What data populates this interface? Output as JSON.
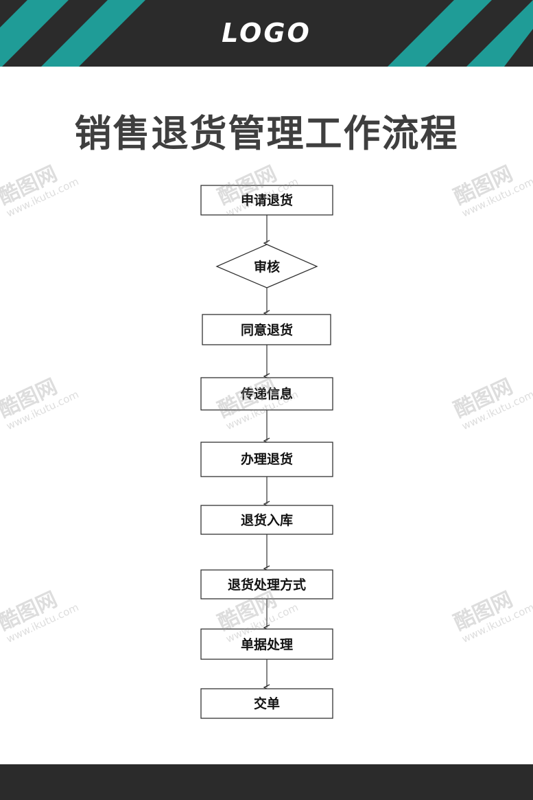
{
  "header": {
    "logo_text": "LOGO",
    "background_color": "#2b2b2b",
    "stripe_color": "#1f9c97"
  },
  "title": "销售退货管理工作流程",
  "flowchart": {
    "nodes": [
      {
        "id": "n1",
        "label": "申请退货",
        "shape": "rect"
      },
      {
        "id": "n2",
        "label": "审核",
        "shape": "diamond"
      },
      {
        "id": "n3",
        "label": "同意退货",
        "shape": "rect"
      },
      {
        "id": "n4",
        "label": "传递信息",
        "shape": "rect"
      },
      {
        "id": "n5",
        "label": "办理退货",
        "shape": "rect"
      },
      {
        "id": "n6",
        "label": "退货入库",
        "shape": "rect"
      },
      {
        "id": "n7",
        "label": "退货处理方式",
        "shape": "rect"
      },
      {
        "id": "n8",
        "label": "单据处理",
        "shape": "rect"
      },
      {
        "id": "n9",
        "label": "交单",
        "shape": "rect"
      }
    ],
    "edges": [
      {
        "from": "n1",
        "to": "n2"
      },
      {
        "from": "n2",
        "to": "n3"
      },
      {
        "from": "n3",
        "to": "n4"
      },
      {
        "from": "n4",
        "to": "n5"
      },
      {
        "from": "n5",
        "to": "n6"
      },
      {
        "from": "n6",
        "to": "n7"
      },
      {
        "from": "n7",
        "to": "n8"
      },
      {
        "from": "n8",
        "to": "n9"
      }
    ]
  },
  "watermark": {
    "brand": "酷图网",
    "url": "www.ikutu.com"
  },
  "footer": {
    "background_color": "#2b2b2b"
  }
}
